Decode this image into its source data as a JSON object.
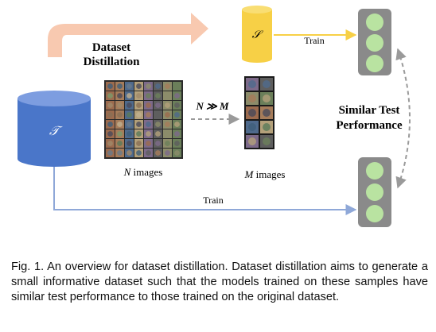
{
  "diagram": {
    "distill_label_line1": "Dataset",
    "distill_label_line2": "Distillation",
    "synthetic_symbol": "𝒮",
    "original_symbol": "𝒯",
    "train_top_label": "Train",
    "train_bottom_label": "Train",
    "relation_label": "N ≫ M",
    "n_images_var": "N",
    "n_images_text": " images",
    "m_images_var": "M",
    "m_images_text": " images",
    "similar_line1": "Similar Test",
    "similar_line2": "Performance",
    "colors": {
      "distill_arrow": "#f8c9b0",
      "synthetic_cylinder": "#f7d046",
      "original_cylinder": "#4a76c9",
      "train_top_arrow": "#f7d046",
      "train_bottom_arrow": "#8fa8d8",
      "model_box": "#8a8a8a",
      "model_node": "#b9e3a1",
      "dashed": "#9a9a9a"
    },
    "real_image_grid": {
      "rows": 8,
      "cols": 8
    },
    "synthetic_image_grid": {
      "rows": 5,
      "cols": 2
    }
  },
  "caption": {
    "prefix": "Fig. 1.",
    "text": " An overview for dataset distillation. Dataset distillation aims to generate a small informative dataset such that the models trained on these samples have similar test performance to those trained on the original dataset."
  }
}
